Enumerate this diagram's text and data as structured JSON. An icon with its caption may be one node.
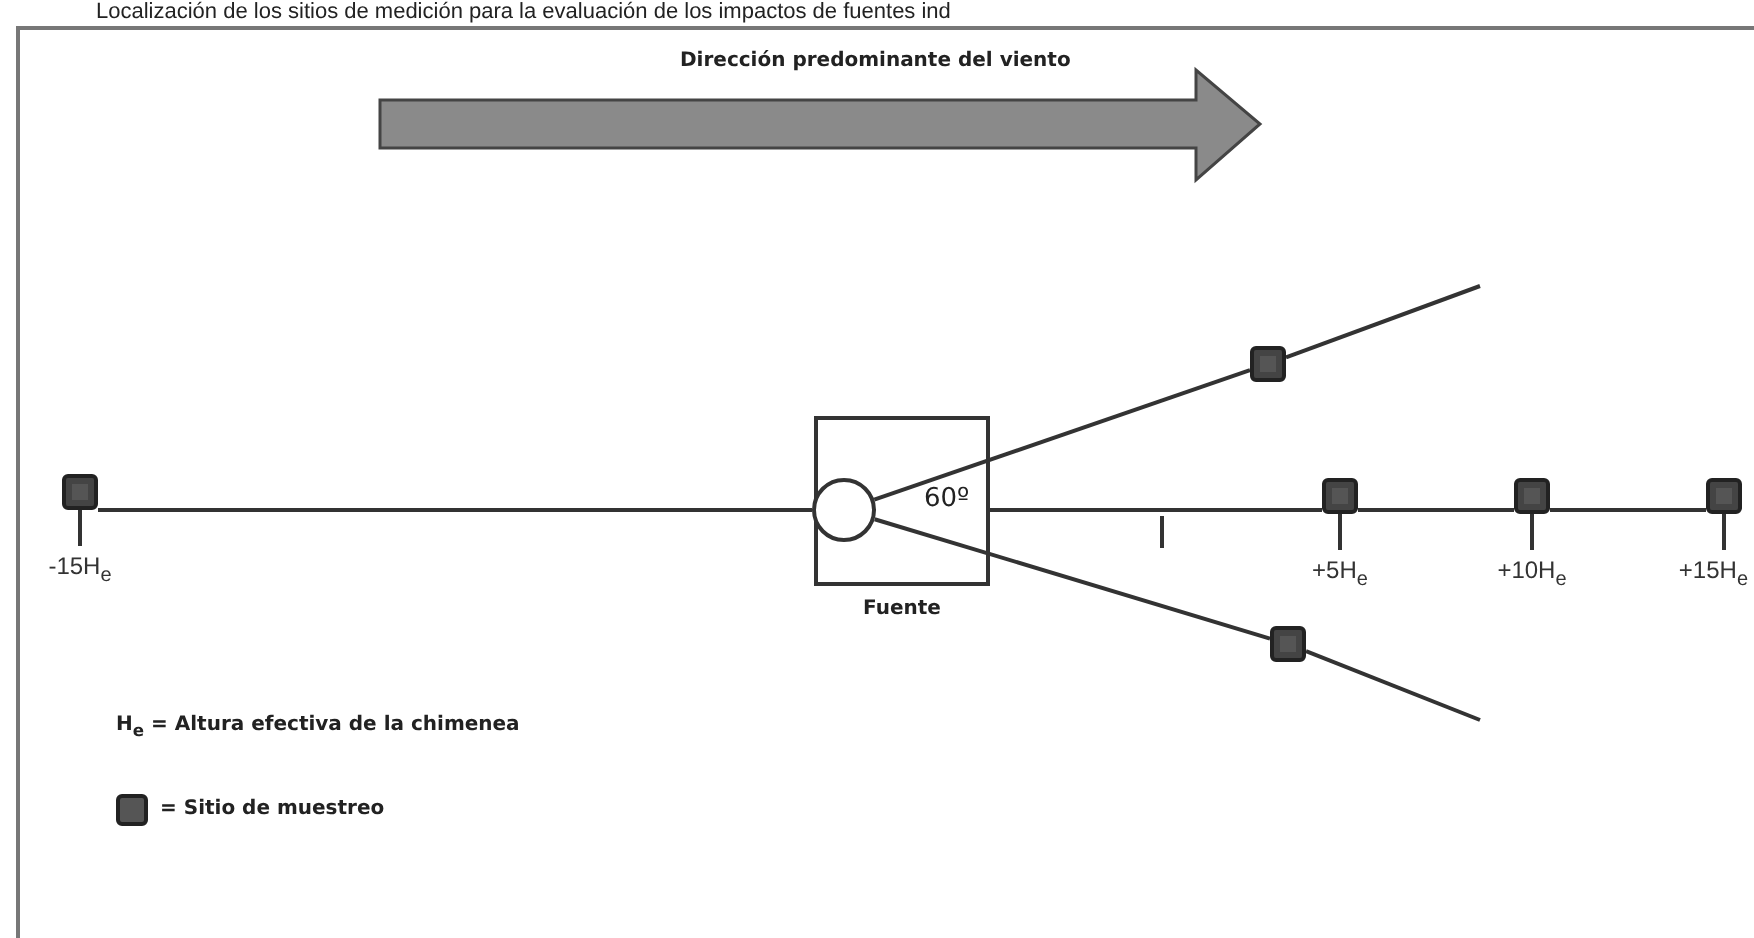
{
  "diagram": {
    "title": "Localización de los sitios de medición para la evaluación de los impactos de fuentes ind",
    "nodes": [
      {
        "text": [
          "Fuente"
        ]
      },
      {
        "text": [],
        "shape": "circle",
        "in": 0
      },
      {
        "text": [],
        "shape": "box"
      },
      {
        "text": [],
        "shape": "box",
        "beside": [
          "-15H$_{e}$"
        ]
      },
      {
        "text": [],
        "shape": "box",
        "beside": [
          "+5H$_{e}$"
        ]
      },
      {
        "text": [],
        "shape": "box",
        "beside": [
          "+10H$_{e}$"
        ]
      },
      {
        "text": [],
        "shape": "box",
        "beside": [
          "+15H$_{e}$"
        ]
      },
      {
        "text": [],
        "shape": "box"
      }
    ],
    "edges": [
      {
        "from": 3,
        "to": 1,
        "arrow": "none"
      },
      {
        "from": 1,
        "to": 2,
        "arrow": "none"
      },
      {
        "from": 2,
        "to": null,
        "arrow": "none"
      },
      {
        "from": 0,
        "to": 4,
        "arrow": "none"
      },
      {
        "from": 4,
        "to": 5,
        "arrow": "none"
      },
      {
        "from": 5,
        "to": 6,
        "arrow": "none"
      },
      {
        "from": 1,
        "to": 7,
        "arrow": "none"
      },
      {
        "from": 7,
        "to": null,
        "arrow": "none"
      }
    ],
    "labels": [
      "Dirección predominante del viento",
      "60º",
      "H$_{e}$ = Altura efectiva de la chimenea"
    ],
    "legend": [
      {
        "text": "= Sitio de muestreo"
      }
    ]
  }
}
